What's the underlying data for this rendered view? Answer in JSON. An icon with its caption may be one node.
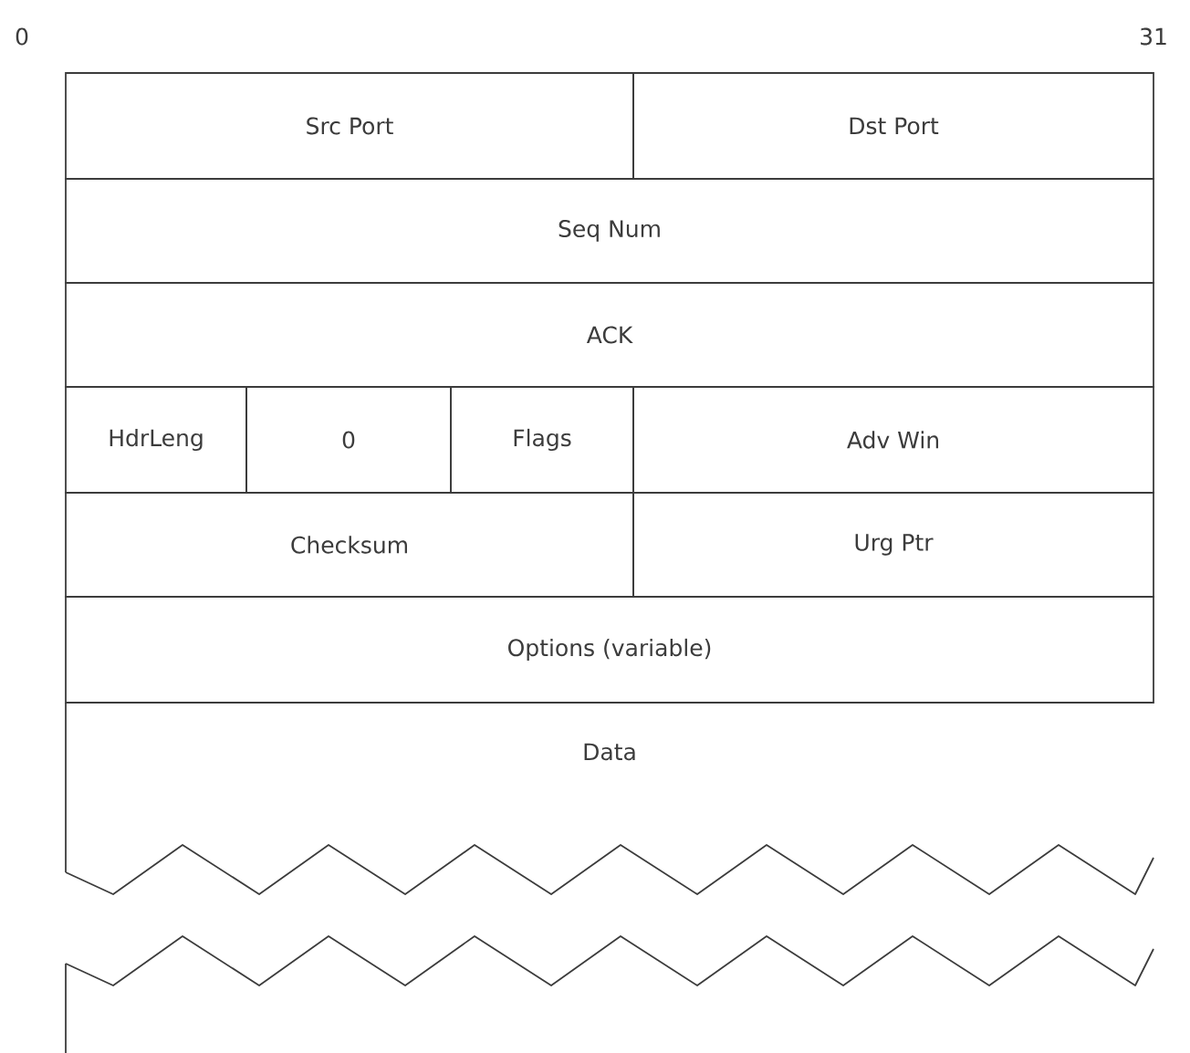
{
  "diagram": {
    "nodes": [
      {
        "text": [
          "Src Port"
        ]
      },
      {
        "text": [
          "Dst Port"
        ]
      },
      {
        "text": [
          "Seq Num"
        ]
      },
      {
        "text": [
          "ACK"
        ]
      },
      {
        "text": [
          "HdrLeng"
        ]
      },
      {
        "text": [
          "0"
        ]
      },
      {
        "text": [
          "Flags"
        ]
      },
      {
        "text": [
          "Adv Win"
        ]
      },
      {
        "text": [
          "Checksum"
        ]
      },
      {
        "text": [
          "Urg Ptr"
        ]
      },
      {
        "text": [
          "Options (variable)"
        ]
      },
      {
        "text": [
          "Data"
        ]
      }
    ],
    "labels": [
      "0",
      "31"
    ]
  }
}
